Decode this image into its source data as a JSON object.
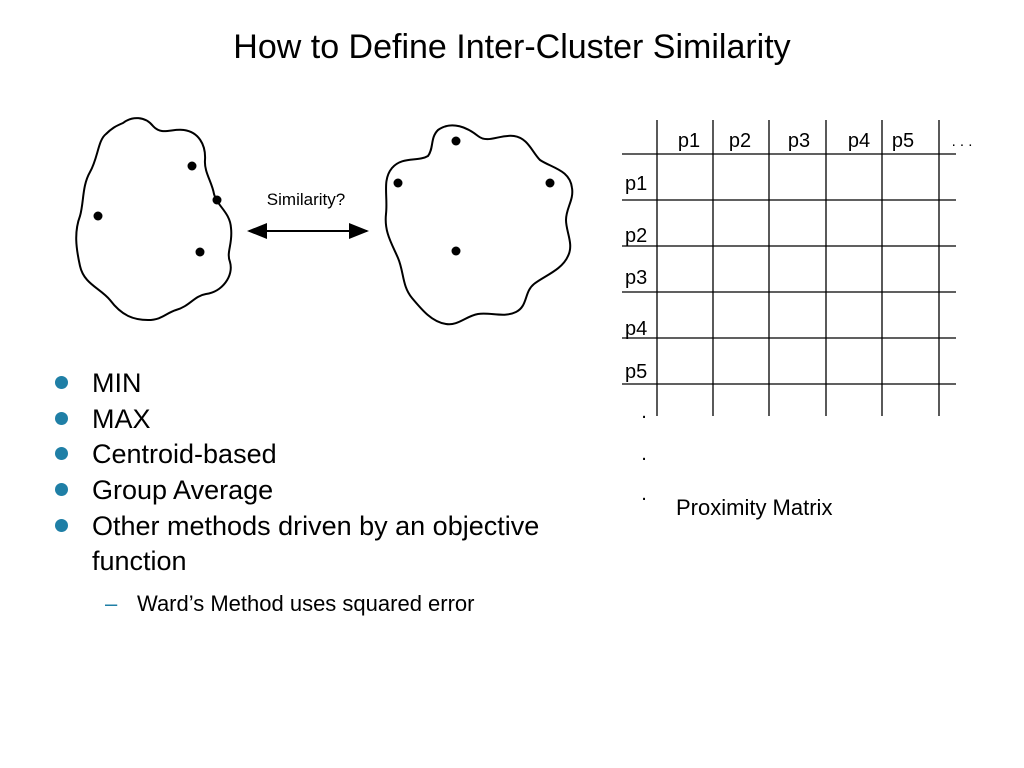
{
  "title": "How to Define Inter-Cluster Similarity",
  "similarity_label": "Similarity?",
  "bullets": [
    {
      "line1": "MIN",
      "line2": ""
    },
    {
      "line1": "MAX",
      "line2": ""
    },
    {
      "line1": "Centroid-based",
      "line2": ""
    },
    {
      "line1": "Group Average",
      "line2": ""
    },
    {
      "line1": "Other methods driven by an objective",
      "line2": "function"
    }
  ],
  "sub_bullet": "Ward’s Method uses squared error",
  "matrix": {
    "column_headers": [
      "p1",
      "p2",
      "p3",
      "p4",
      "p5",
      ". . ."
    ],
    "row_headers": [
      "p1",
      "p2",
      "p3",
      "p4",
      "p5"
    ],
    "vertical_dots": [
      ".",
      ".",
      "."
    ],
    "caption": "Proximity Matrix"
  },
  "colors": {
    "bullet": "#1f7fa6",
    "stroke": "#000000"
  }
}
